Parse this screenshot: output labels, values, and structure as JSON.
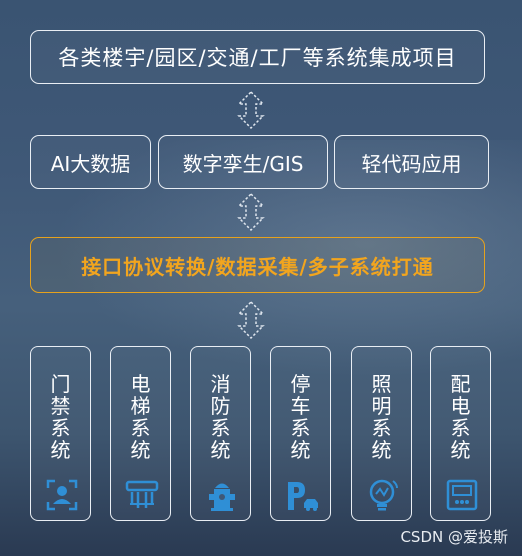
{
  "top_box": "各类楼宇/园区/交通/工厂等系统集成项目",
  "middle_boxes": [
    "AI大数据",
    "数字孪生/GIS",
    "轻代码应用"
  ],
  "integration_box": "接口协议转换/数据采集/多子系统打通",
  "subsystems": [
    {
      "label": [
        "门",
        "禁",
        "系",
        "统"
      ],
      "icon": "access-control-icon"
    },
    {
      "label": [
        "电",
        "梯",
        "系",
        "统"
      ],
      "icon": "elevator-icon"
    },
    {
      "label": [
        "消",
        "防",
        "系",
        "统"
      ],
      "icon": "fire-hydrant-icon"
    },
    {
      "label": [
        "停",
        "车",
        "系",
        "统"
      ],
      "icon": "parking-icon"
    },
    {
      "label": [
        "照",
        "明",
        "系",
        "统"
      ],
      "icon": "lightbulb-icon"
    },
    {
      "label": [
        "配",
        "电",
        "系",
        "统"
      ],
      "icon": "power-meter-icon"
    }
  ],
  "watermark": "CSDN @爱投斯",
  "colors": {
    "accent": "#f2a51e",
    "icon": "#2f8fd6",
    "border": "#e9eef4"
  }
}
